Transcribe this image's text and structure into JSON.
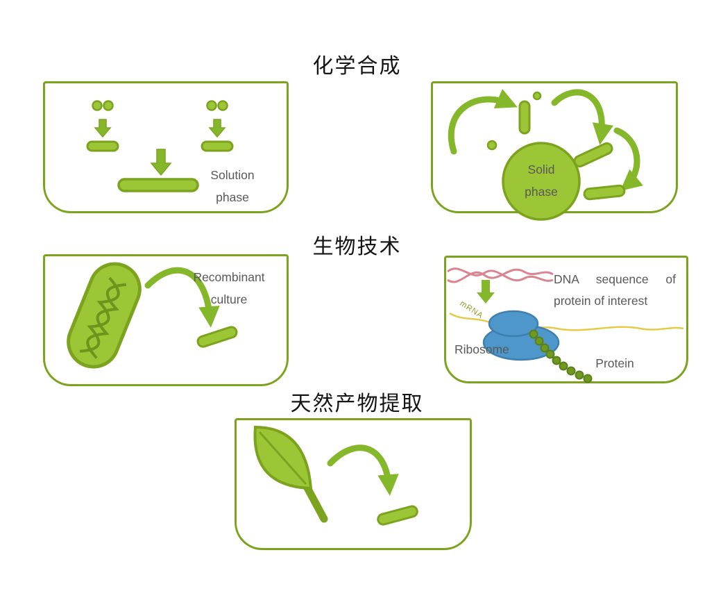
{
  "figure": {
    "title_chemical": "化学合成",
    "title_biotech": "生物技术",
    "title_natural": "天然产物提取",
    "panels": {
      "solution": {
        "label_line1": "Solution",
        "label_line2": "phase"
      },
      "solid": {
        "label_line1": "Solid",
        "label_line2": "phase"
      },
      "recombinant": {
        "label_line1": "Recombinant",
        "label_line2": "culture"
      },
      "ribosome": {
        "dna_label_line1": "DNA sequence of",
        "dna_label_line2": "protein of interest",
        "mrna_label": "mRNA",
        "ribosome_label": "Ribosome",
        "protein_label": "Protein"
      }
    },
    "colors": {
      "green_outline": "#7CA31E",
      "green_fill": "#9CC636",
      "green_arrow": "#85B72A",
      "green_dark": "#6D941C",
      "dna_pink": "#D9848E",
      "ribosome_blue": "#4E97CB",
      "ribosome_blue_dark": "#3F7FAE",
      "strand_yellow": "#E3CC49",
      "bead_green": "#6F9A1F",
      "bead_green_dark": "#59801A",
      "mrna_olive": "#9C9C2E",
      "text_gray": "#595959",
      "heading_black": "#141414"
    }
  }
}
